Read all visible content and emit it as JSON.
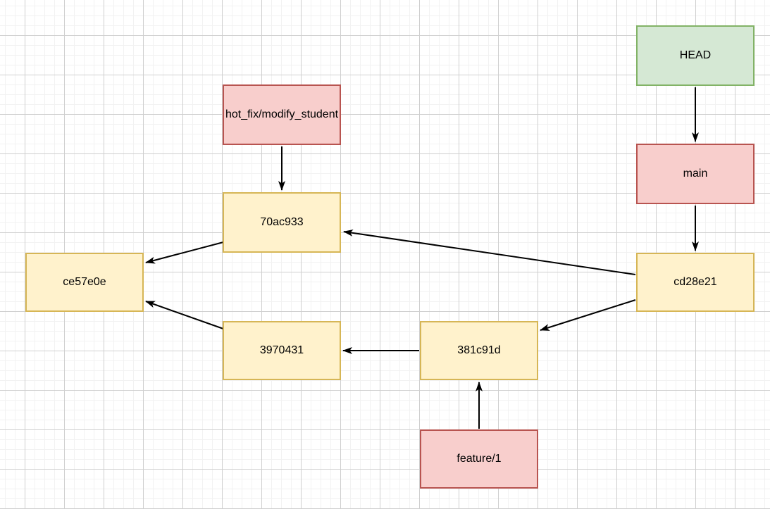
{
  "diagram": {
    "title": "git-commit-branch-diagram",
    "palette": {
      "head_fill": "#d5e8d4",
      "head_stroke": "#82b366",
      "branch_fill": "#f8cecc",
      "branch_stroke": "#b85450",
      "commit_fill": "#fff2cc",
      "commit_stroke": "#d6b656",
      "edge_color": "#000000",
      "grid_minor_color": "#f2f2f2",
      "grid_major_color": "#cfcfcf"
    },
    "nodes": [
      {
        "id": "head",
        "label": "HEAD",
        "type": "head",
        "fill": "#d5e8d4",
        "stroke": "#82b366"
      },
      {
        "id": "hot_fix",
        "label": "hot_fix/modify_student",
        "type": "branch",
        "fill": "#f8cecc",
        "stroke": "#b85450"
      },
      {
        "id": "main",
        "label": "main",
        "type": "branch",
        "fill": "#f8cecc",
        "stroke": "#b85450"
      },
      {
        "id": "70ac933",
        "label": "70ac933",
        "type": "commit",
        "fill": "#fff2cc",
        "stroke": "#d6b656"
      },
      {
        "id": "ce57e0e",
        "label": "ce57e0e",
        "type": "commit",
        "fill": "#fff2cc",
        "stroke": "#d6b656"
      },
      {
        "id": "cd28e21",
        "label": "cd28e21",
        "type": "commit",
        "fill": "#fff2cc",
        "stroke": "#d6b656"
      },
      {
        "id": "3970431",
        "label": "3970431",
        "type": "commit",
        "fill": "#fff2cc",
        "stroke": "#d6b656"
      },
      {
        "id": "381c91d",
        "label": "381c91d",
        "type": "commit",
        "fill": "#fff2cc",
        "stroke": "#d6b656"
      },
      {
        "id": "feature1",
        "label": "feature/1",
        "type": "branch",
        "fill": "#f8cecc",
        "stroke": "#b85450"
      }
    ],
    "edges": [
      {
        "from": "HEAD",
        "to": "main"
      },
      {
        "from": "main",
        "to": "cd28e21"
      },
      {
        "from": "hot_fix/modify_student",
        "to": "70ac933"
      },
      {
        "from": "cd28e21",
        "to": "70ac933"
      },
      {
        "from": "cd28e21",
        "to": "381c91d"
      },
      {
        "from": "70ac933",
        "to": "ce57e0e"
      },
      {
        "from": "3970431",
        "to": "ce57e0e"
      },
      {
        "from": "381c91d",
        "to": "3970431"
      },
      {
        "from": "feature/1",
        "to": "381c91d"
      }
    ]
  }
}
